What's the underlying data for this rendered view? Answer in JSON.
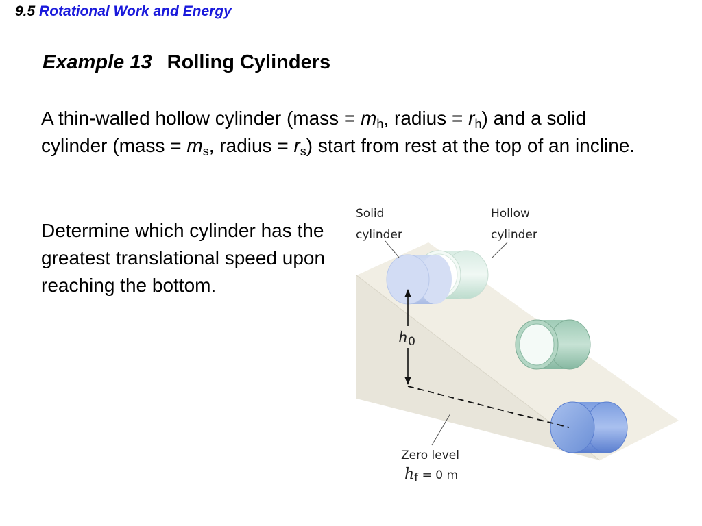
{
  "header": {
    "section_num": "9.5",
    "section_title": "Rotational Work and Energy"
  },
  "example": {
    "label": "Example 13",
    "title": "Rolling Cylinders"
  },
  "problem": {
    "p1_a": "A thin-walled hollow cylinder (mass = ",
    "m": "m",
    "h": "h",
    "p1_b": ", radius = ",
    "r": "r",
    "p1_c": ") and a solid cylinder (mass = ",
    "s": "s",
    "p1_d": ") start from rest at the top of an incline.",
    "p2": "Determine which cylinder has the greatest translational speed upon reaching the bottom."
  },
  "figure": {
    "solid_label_1": "Solid",
    "solid_label_2": "cylinder",
    "hollow_label_1": "Hollow",
    "hollow_label_2": "cylinder",
    "h0_var": "h",
    "h0_sub": "0",
    "zero_level": "Zero level",
    "hf_var": "h",
    "hf_sub": "f",
    "hf_eq": " = 0 m"
  }
}
